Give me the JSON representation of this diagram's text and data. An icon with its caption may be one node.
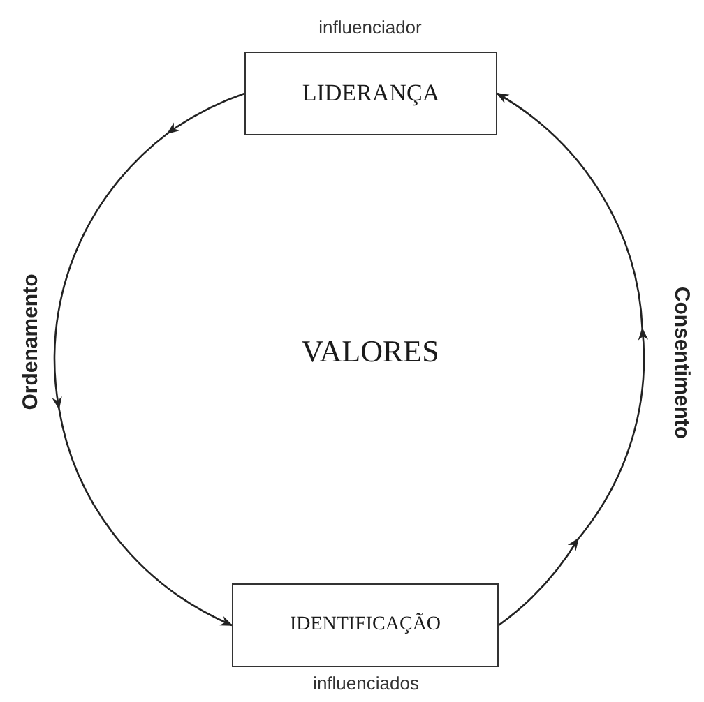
{
  "diagram": {
    "nodes": [
      {
        "text": [
          "LIDERANÇA"
        ],
        "beside": [
          "influenciador"
        ]
      },
      {
        "text": [
          "IDENTIFICAÇÃO"
        ],
        "beside": [
          "influenciados"
        ]
      }
    ],
    "edges": [
      {
        "from": 0,
        "to": 1,
        "arrow": "to",
        "label": "Ordenamento"
      },
      {
        "from": 1,
        "to": 0,
        "arrow": "to",
        "label": "Consentimento"
      }
    ],
    "labels": [
      "VALORES"
    ]
  }
}
